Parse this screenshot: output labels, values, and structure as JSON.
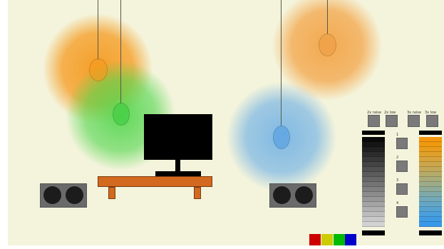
{
  "controls": {
    "raise_2x": "2x raise",
    "low_2x": "2x low",
    "raise_3x": "3x raise",
    "low_3x": "3x low"
  },
  "zones": [
    "1",
    "2",
    "3",
    "4"
  ],
  "lights": [
    {
      "name": "orange-left",
      "color": "#f59a1e"
    },
    {
      "name": "green",
      "color": "#4fd54a"
    },
    {
      "name": "orange-right",
      "color": "#f3a548"
    },
    {
      "name": "blue",
      "color": "#7ab6e4"
    }
  ],
  "palette": [
    "#cc0000",
    "#cccc00",
    "#00bb00",
    "#0000cc"
  ],
  "colors": {
    "background": "#f4f4dc",
    "furniture": "#d2691e",
    "tv": "#000000",
    "speaker": "#6a6a6a"
  }
}
